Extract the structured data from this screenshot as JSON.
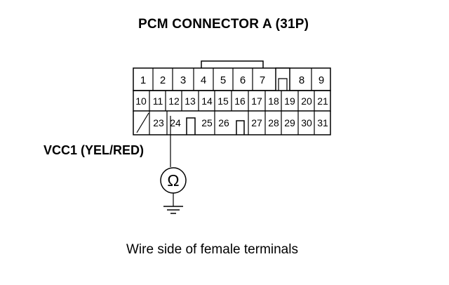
{
  "title": "PCM CONNECTOR A (31P)",
  "connector": {
    "row1": [
      "1",
      "2",
      "3",
      "4",
      "5",
      "6",
      "7",
      "8",
      "9"
    ],
    "row2": [
      "10",
      "11",
      "12",
      "13",
      "14",
      "15",
      "16",
      "17",
      "18",
      "19",
      "20",
      "21"
    ],
    "row3": [
      "23",
      "24",
      "25",
      "26",
      "27",
      "28",
      "29",
      "30",
      "31"
    ]
  },
  "probe": {
    "wire_label": "VCC1 (YEL/RED)",
    "meter_symbol": "Ω",
    "terminal": "24"
  },
  "caption": "Wire side of female terminals"
}
